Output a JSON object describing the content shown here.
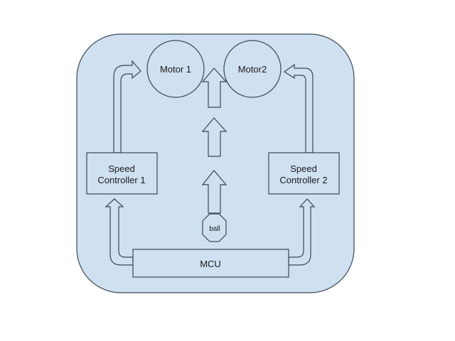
{
  "diagram": {
    "colors": {
      "background": "#ffffff",
      "panel_fill": "#cfe0f1",
      "stroke": "#3b4654",
      "text": "#1a1a1a"
    },
    "nodes": {
      "motor1": {
        "label": "Motor 1",
        "shape": "circle"
      },
      "motor2": {
        "label": "Motor2",
        "shape": "circle"
      },
      "speed_controller_1": {
        "line1": "Speed",
        "line2": "Controller 1",
        "shape": "rectangle"
      },
      "speed_controller_2": {
        "line1": "Speed",
        "line2": "Controller 2",
        "shape": "rectangle"
      },
      "ball": {
        "label": "ball",
        "shape": "octagon"
      },
      "mcu": {
        "label": "MCU",
        "shape": "rectangle"
      }
    },
    "edges": [
      {
        "from": "mcu",
        "to": "speed_controller_1",
        "style": "block-arrow"
      },
      {
        "from": "mcu",
        "to": "speed_controller_2",
        "style": "block-arrow"
      },
      {
        "from": "speed_controller_1",
        "to": "motor1",
        "style": "block-arrow"
      },
      {
        "from": "speed_controller_2",
        "to": "motor2",
        "style": "block-arrow"
      },
      {
        "from": "ball",
        "to": "motors",
        "style": "block-arrow-stack",
        "count": 3
      }
    ]
  }
}
